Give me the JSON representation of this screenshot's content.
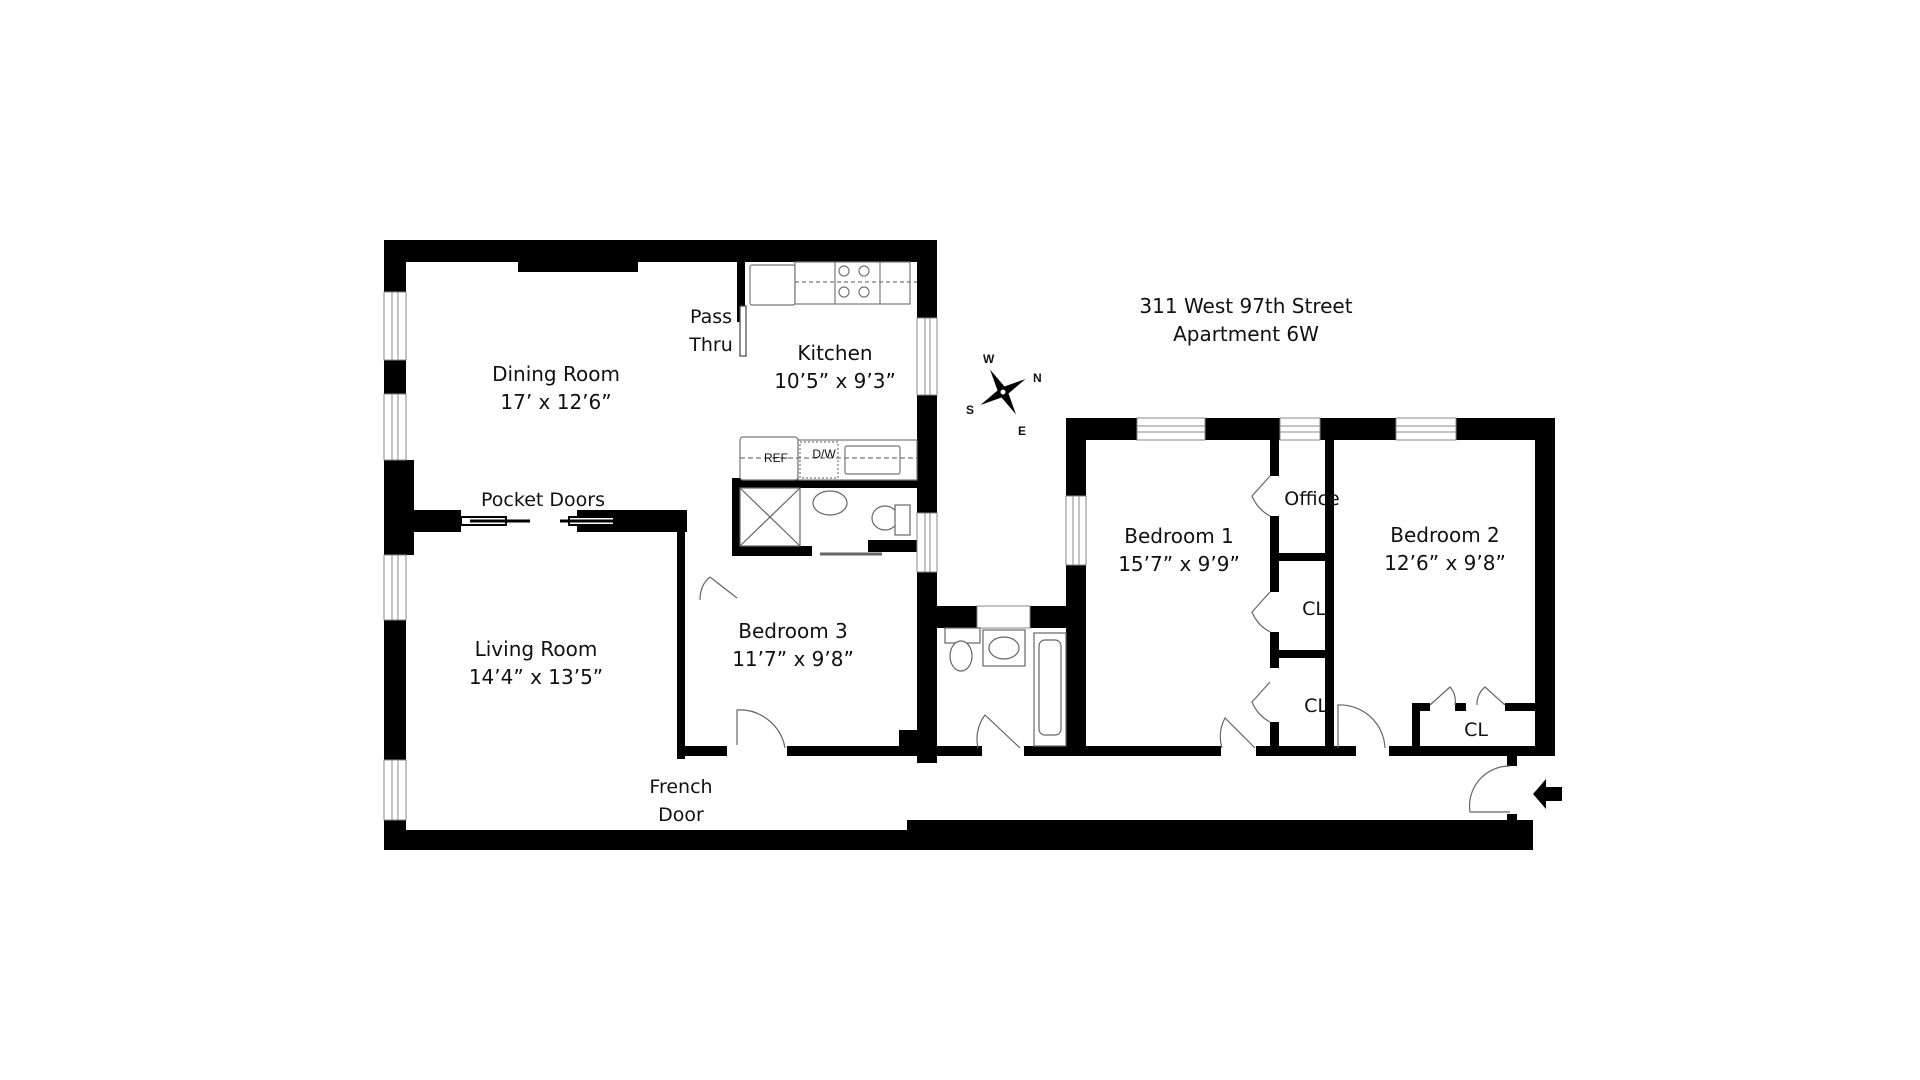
{
  "address": {
    "line1": "311 West 97th Street",
    "line2": "Apartment 6W"
  },
  "rooms": [
    {
      "name": "Dining Room",
      "dimensions": "17’ x 12’6”"
    },
    {
      "name": "Kitchen",
      "dimensions": "10’5” x 9’3”"
    },
    {
      "name": "Living Room",
      "dimensions": "14’4” x 13’5”"
    },
    {
      "name": "Bedroom 3",
      "dimensions": "11’7” x 9’8”"
    },
    {
      "name": "Bedroom 1",
      "dimensions": "15’7” x 9’9”"
    },
    {
      "name": "Bedroom 2",
      "dimensions": "12’6” x 9’8”"
    }
  ],
  "features": {
    "pass_thru_line1": "Pass",
    "pass_thru_line2": "Thru",
    "pocket_doors": "Pocket Doors",
    "french_door_line1": "French",
    "french_door_line2": "Door",
    "office": "Office",
    "closet": "CL",
    "ref": "REF",
    "dw": "D/W"
  },
  "compass": {
    "n": "N",
    "s": "S",
    "e": "E",
    "w": "W"
  },
  "entrance_icon": "entrance-arrow-icon"
}
